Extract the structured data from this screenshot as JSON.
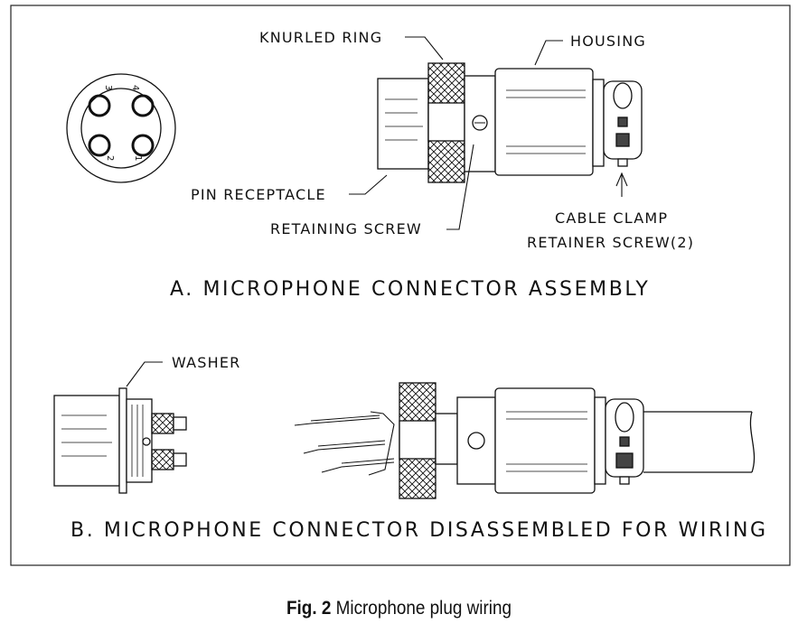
{
  "labels": {
    "knurled_ring": "KNURLED RING",
    "housing": "HOUSING",
    "pin_receptacle": "PIN RECEPTACLE",
    "retaining_screw": "RETAINING SCREW",
    "cable_clamp": "CABLE CLAMP",
    "retainer_screw": "RETAINER SCREW(2)",
    "washer": "WASHER"
  },
  "pins": [
    "1",
    "2",
    "3",
    "4"
  ],
  "section_a_title": "A. MICROPHONE CONNECTOR ASSEMBLY",
  "section_b_title": "B. MICROPHONE CONNECTOR DISASSEMBLED FOR WIRING",
  "caption": {
    "bold": "Fig. 2",
    "text": "Microphone plug wiring"
  }
}
